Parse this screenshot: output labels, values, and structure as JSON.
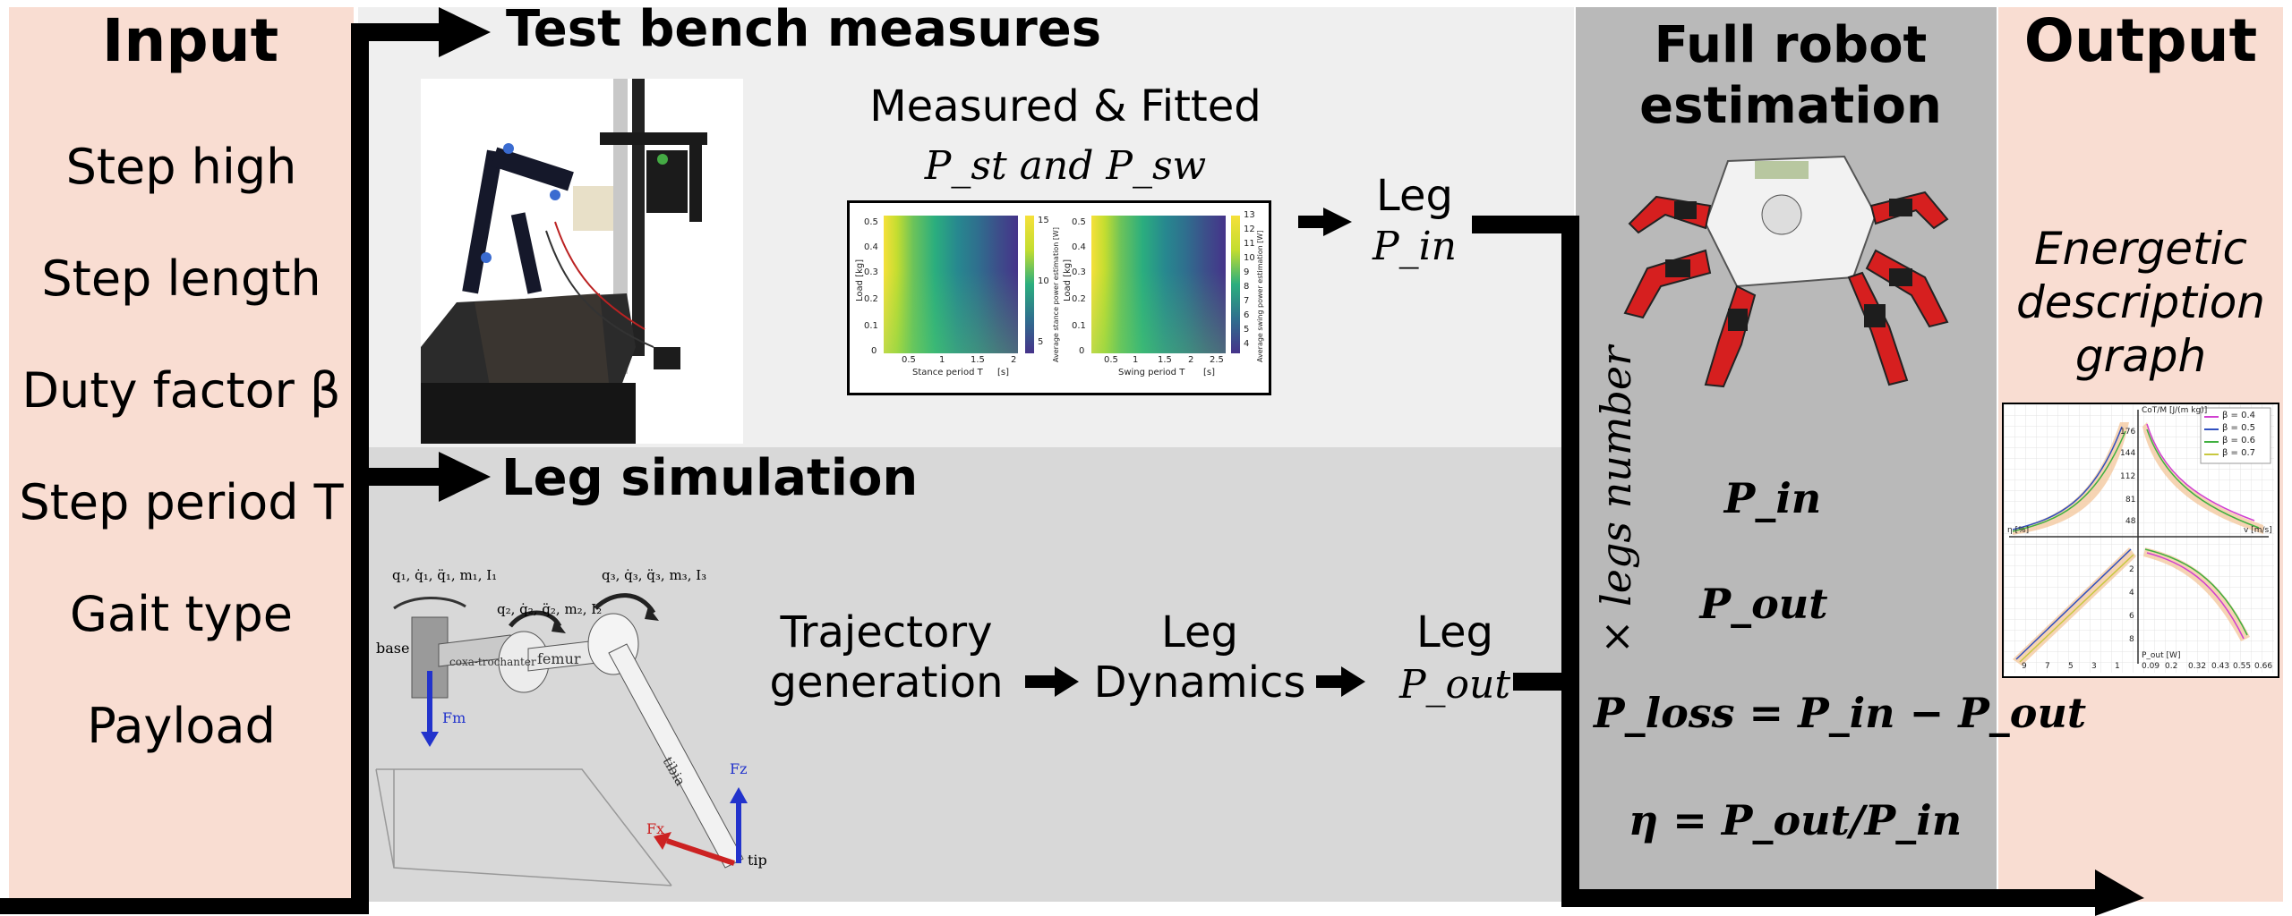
{
  "input": {
    "title": "Input",
    "items": [
      "Step high",
      "Step length",
      "Duty factor β",
      "Step period T",
      "Gait type",
      "Payload"
    ]
  },
  "bench": {
    "title": "Test bench measures",
    "measured_line1": "Measured & Fitted",
    "measured_line2": "P_st and P_sw",
    "leg_label": "Leg",
    "leg_power": "P_in",
    "heatmaps": [
      {
        "ylabel": "Load [kg]",
        "xlabel": "Stance period T",
        "xunit": "[s]",
        "cbar_label": "Average stance power estimation [W]",
        "yticks": [
          "0.5",
          "0.4",
          "0.3",
          "0.2",
          "0.1",
          "0"
        ],
        "xticks": [
          "0.5",
          "1",
          "1.5",
          "2"
        ],
        "cticks": [
          "15",
          "10",
          "5"
        ]
      },
      {
        "ylabel": "Load [kg]",
        "xlabel": "Swing period T",
        "xunit": "[s]",
        "cbar_label": "Average swing power estimation [W]",
        "yticks": [
          "0.5",
          "0.4",
          "0.3",
          "0.2",
          "0.1",
          "0"
        ],
        "xticks": [
          "0.5",
          "1",
          "1.5",
          "2",
          "2.5"
        ],
        "cticks": [
          "13",
          "12",
          "11",
          "10",
          "9",
          "8",
          "7",
          "6",
          "5",
          "4"
        ]
      }
    ]
  },
  "sim": {
    "title": "Leg simulation",
    "trajectory": [
      "Trajectory",
      "generation"
    ],
    "dynamics": [
      "Leg",
      "Dynamics"
    ],
    "leg_label": "Leg",
    "leg_power": "P_out",
    "diagram_labels": {
      "q1": "q₁, q̇₁, q̈₁, m₁, I₁",
      "q2": "q₂, q̇₂, q̈₂, m₂, I₂",
      "q3": "q₃, q̇₃, q̈₃, m₃, I₃",
      "base": "base",
      "coxa": "coxa-trochanter",
      "femur": "femur",
      "tibia": "tibia",
      "fm": "Fm",
      "fz": "Fz",
      "fx": "Fx",
      "tip": "tip"
    }
  },
  "full": {
    "title_line1": "Full robot",
    "title_line2": "estimation",
    "multiplier": "× legs number",
    "eq_pin": "P_in",
    "eq_pout": "P_out",
    "eq_ploss": "P_loss = P_in − P_out",
    "eq_eta": "η = P_out/P_in"
  },
  "output": {
    "title": "Output",
    "desc": [
      "Energetic",
      "description",
      "graph"
    ],
    "graph": {
      "y_top_label": "CoT/M [J/(m kg)]",
      "x_right_label": "v [m/s]",
      "x_left_label": "η [%]",
      "y_bottom_label": "P_out [W]",
      "legend": [
        "β = 0.4",
        "β = 0.5",
        "β = 0.6",
        "β = 0.7"
      ],
      "legend_colors": [
        "#d040d0",
        "#3050c0",
        "#40b040",
        "#c8c840"
      ],
      "y_ticks_top": [
        "176",
        "144",
        "112",
        "81",
        "48"
      ],
      "y_ticks_bottom": [
        "2",
        "4",
        "6",
        "8"
      ],
      "x_ticks_right": [
        "0.09",
        "0.2",
        "0.32",
        "0.43",
        "0.55",
        "0.66"
      ],
      "x_ticks_left": [
        "9",
        "7",
        "5",
        "3",
        "1"
      ]
    }
  }
}
